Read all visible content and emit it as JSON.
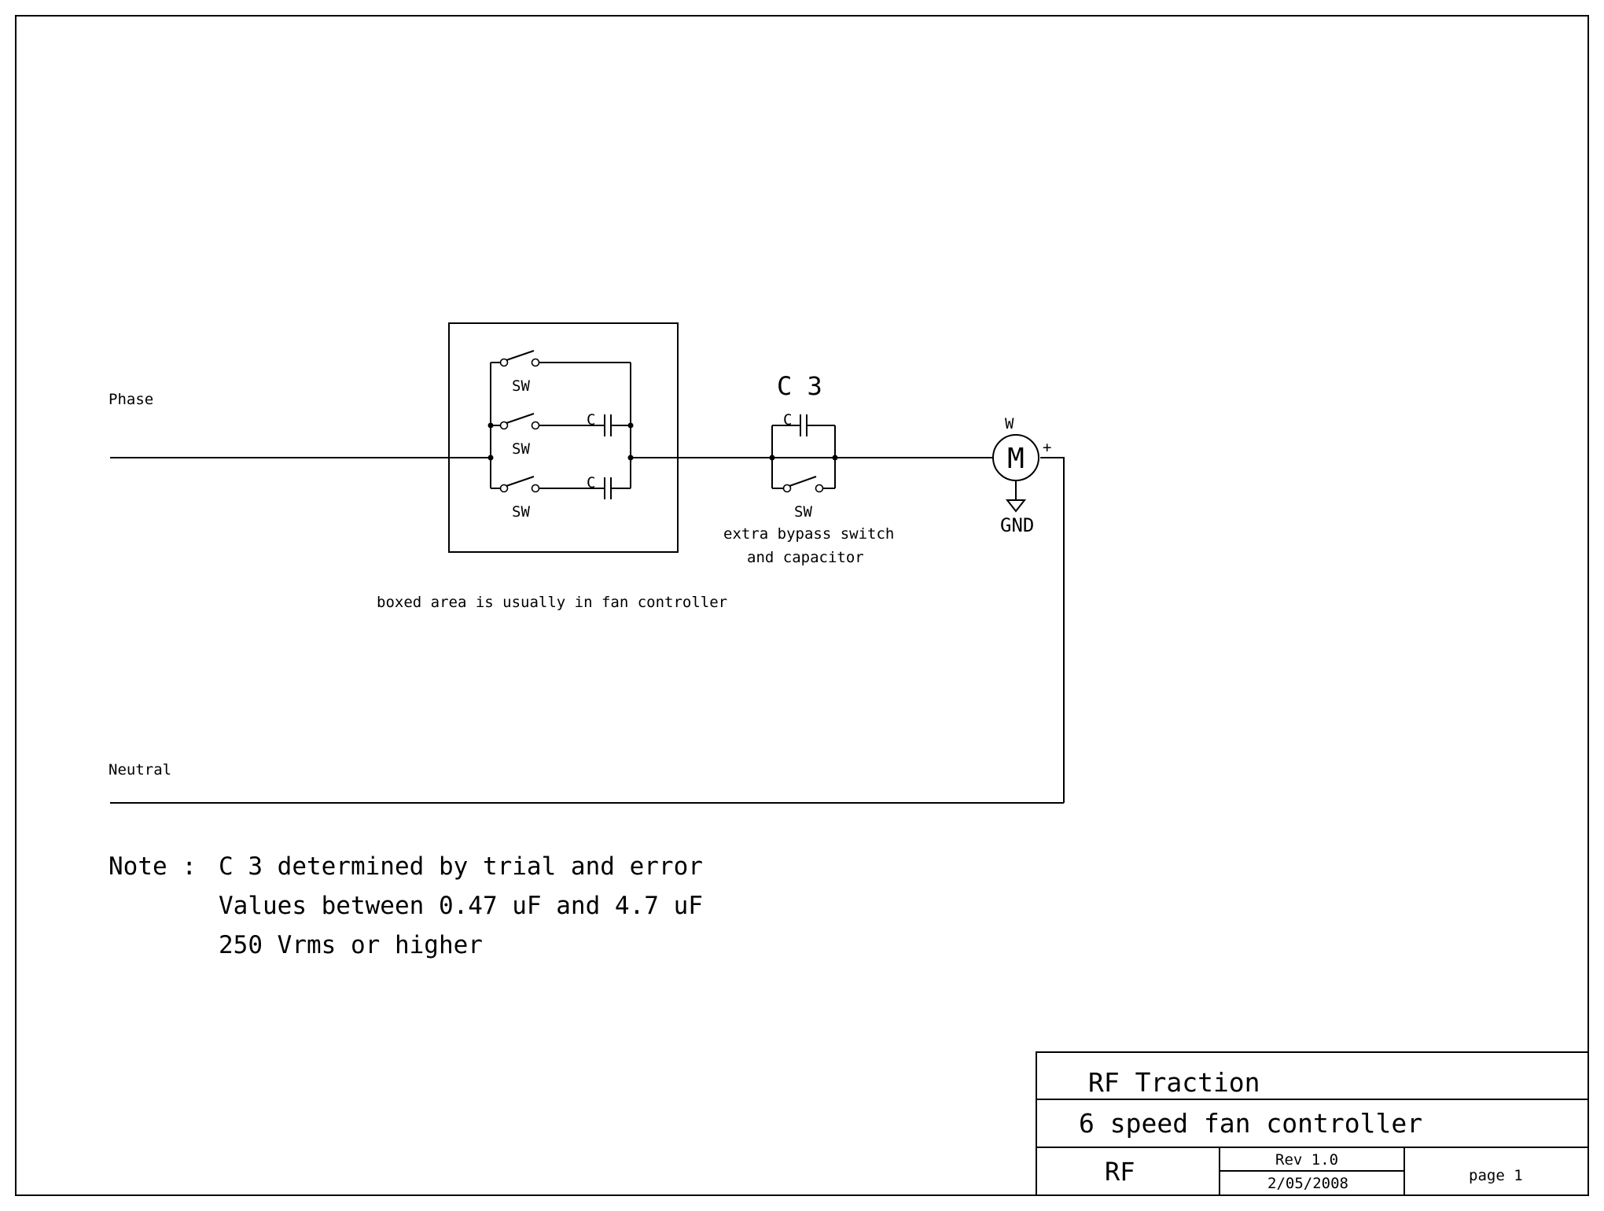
{
  "nets": {
    "phase": "Phase",
    "neutral": "Neutral"
  },
  "components": {
    "switch_label": "SW",
    "capacitor_label": "C",
    "c3_label": "C 3",
    "motor_symbol": "M",
    "motor_label": "W",
    "motor_plus": "+",
    "ground_label": "GND"
  },
  "annotations": {
    "bypass_line1": "extra bypass switch",
    "bypass_line2": "and capacitor",
    "boxed_area": "boxed area is usually in fan controller"
  },
  "note": {
    "prefix": "Note :",
    "line1": "C 3 determined by trial and error",
    "line2": "Values between 0.47 uF and  4.7 uF",
    "line3": "250 Vrms or higher"
  },
  "title_block": {
    "company": "RF   Traction",
    "title": "6 speed fan controller",
    "drawn_by": "RF",
    "revision": "Rev 1.0",
    "date": "2/05/2008",
    "page": "page 1"
  },
  "icons": {
    "switch": "spst-switch-icon",
    "capacitor": "capacitor-icon",
    "motor": "motor-icon",
    "ground": "ground-icon"
  },
  "colors": {
    "ink": "#000000",
    "paper": "#ffffff"
  }
}
